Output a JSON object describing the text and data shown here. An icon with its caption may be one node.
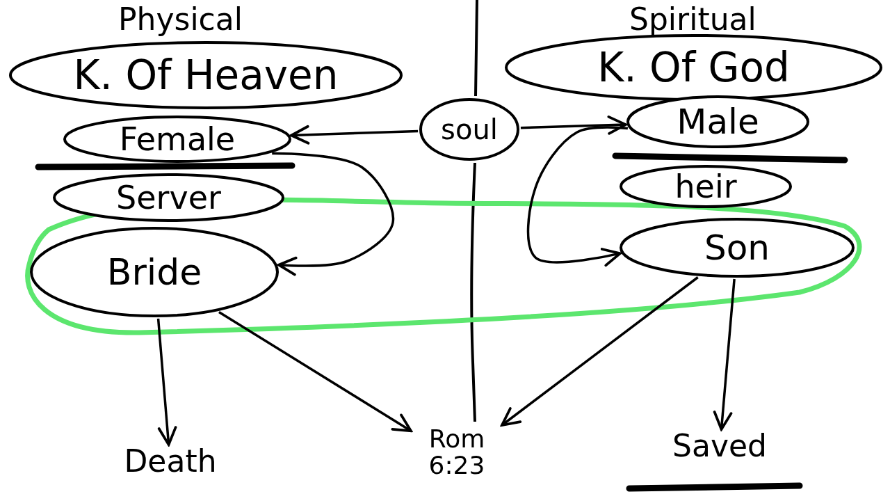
{
  "diagram": {
    "nodes": [
      {
        "text": [
          "K. Of Heaven"
        ]
      },
      {
        "text": [
          "K. Of God"
        ]
      },
      {
        "text": [
          "soul"
        ]
      },
      {
        "text": [
          "Female"
        ]
      },
      {
        "text": [
          "Male"
        ]
      },
      {
        "text": [
          "Server"
        ]
      },
      {
        "text": [
          "heir"
        ]
      },
      {
        "text": [
          "Bride"
        ]
      },
      {
        "text": [
          "Son"
        ]
      },
      {
        "text": [
          "Death"
        ]
      },
      {
        "text": [
          "Rom 6:23"
        ]
      },
      {
        "text": [
          "Saved"
        ]
      }
    ],
    "edges": [
      {
        "from": 2,
        "to": 3,
        "arrow": "to"
      },
      {
        "from": 2,
        "to": 4,
        "arrow": "to"
      },
      {
        "from": 3,
        "to": 7,
        "arrow": "to"
      },
      {
        "from": 4,
        "to": 8,
        "arrow": "to"
      },
      {
        "from": 7,
        "to": 9,
        "arrow": "to"
      },
      {
        "from": 7,
        "to": 10,
        "arrow": "to"
      },
      {
        "from": 8,
        "to": 10,
        "arrow": "to"
      },
      {
        "from": 8,
        "to": 11,
        "arrow": "to"
      }
    ],
    "labels": [
      "Physical",
      "Spiritual"
    ]
  }
}
